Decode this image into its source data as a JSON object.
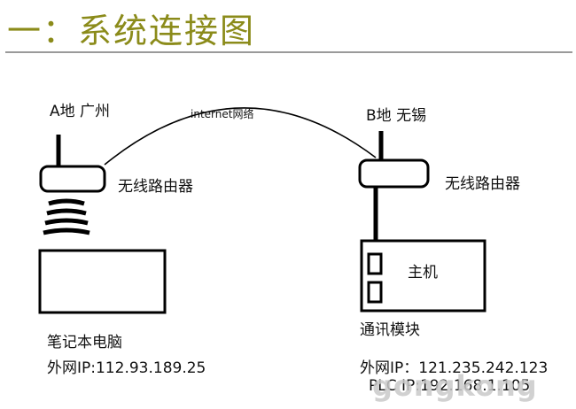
{
  "title": "一：系统连接图",
  "title_color": "#8b8b1a",
  "site_a": {
    "label": "A地 广州",
    "router_label": "无线路由器",
    "device_label": "笔记本电脑",
    "ip": "外网IP:112.93.189.25"
  },
  "network_label": "internet网络",
  "site_b": {
    "label": "B地 无锡",
    "router_label": "无线路由器",
    "host_label": "主机",
    "module_label": "通讯模块",
    "ip": "外网IP：121.235.242.123",
    "plc_ip": "PLC IP:192.168.1.105"
  },
  "watermark": "gongkong"
}
